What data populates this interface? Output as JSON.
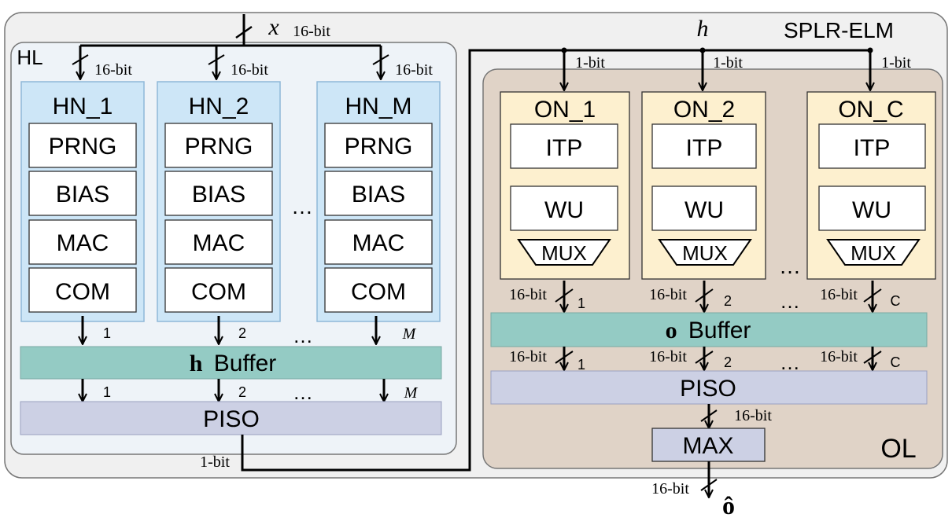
{
  "system": {
    "title": "SPLR-ELM"
  },
  "input": {
    "var": "x",
    "width": "16-bit"
  },
  "hidden_layer": {
    "label": "HL",
    "neurons": [
      {
        "name": "HN_1",
        "in_width": "16-bit",
        "out_idx": "1"
      },
      {
        "name": "HN_2",
        "in_width": "16-bit",
        "out_idx": "2"
      },
      {
        "name": "HN_M",
        "in_width": "16-bit",
        "out_idx": "M"
      }
    ],
    "blocks": [
      "PRNG",
      "BIAS",
      "MAC",
      "COM"
    ],
    "ellipsis": "…",
    "buffer": {
      "var": "h",
      "label": "Buffer"
    },
    "piso": "PISO",
    "out_width": "1-bit"
  },
  "h_signal": "h",
  "output_layer": {
    "label": "OL",
    "neurons": [
      {
        "name": "ON_1",
        "in_width": "1-bit",
        "out_width": "16-bit",
        "out_idx": "1"
      },
      {
        "name": "ON_2",
        "in_width": "1-bit",
        "out_width": "16-bit",
        "out_idx": "2"
      },
      {
        "name": "ON_C",
        "in_width": "1-bit",
        "out_width": "16-bit",
        "out_idx": "C"
      }
    ],
    "blocks": [
      "ITP",
      "WU"
    ],
    "mux": "MUX",
    "ellipsis": "…",
    "buffer": {
      "var": "o",
      "label": "Buffer"
    },
    "piso": "PISO",
    "piso_out_width": "16-bit",
    "max": "MAX",
    "out_width": "16-bit",
    "out_var": "ô"
  }
}
